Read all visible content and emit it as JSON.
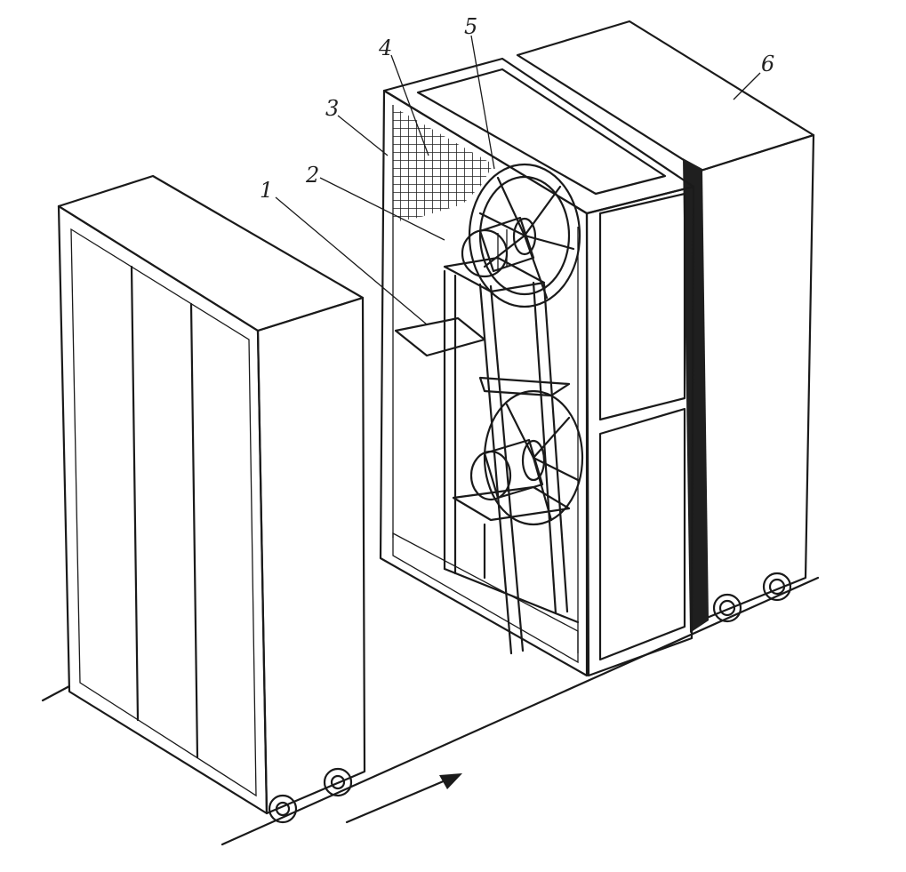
{
  "labels": {
    "l1": "1",
    "l2": "2",
    "l3": "3",
    "l4": "4",
    "l5": "5",
    "l6": "6"
  },
  "colors": {
    "ink": "#1a1a1a",
    "paper": "#ffffff",
    "shade": "#2b2b2b"
  }
}
